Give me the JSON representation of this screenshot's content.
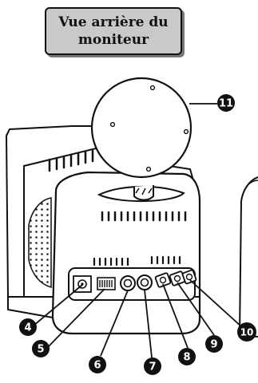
{
  "title": {
    "line1": "Vue arrière du",
    "line2": "moniteur"
  },
  "callouts": [
    {
      "num": "4"
    },
    {
      "num": "5"
    },
    {
      "num": "6"
    },
    {
      "num": "7"
    },
    {
      "num": "8"
    },
    {
      "num": "9"
    },
    {
      "num": "10"
    },
    {
      "num": "11"
    }
  ]
}
